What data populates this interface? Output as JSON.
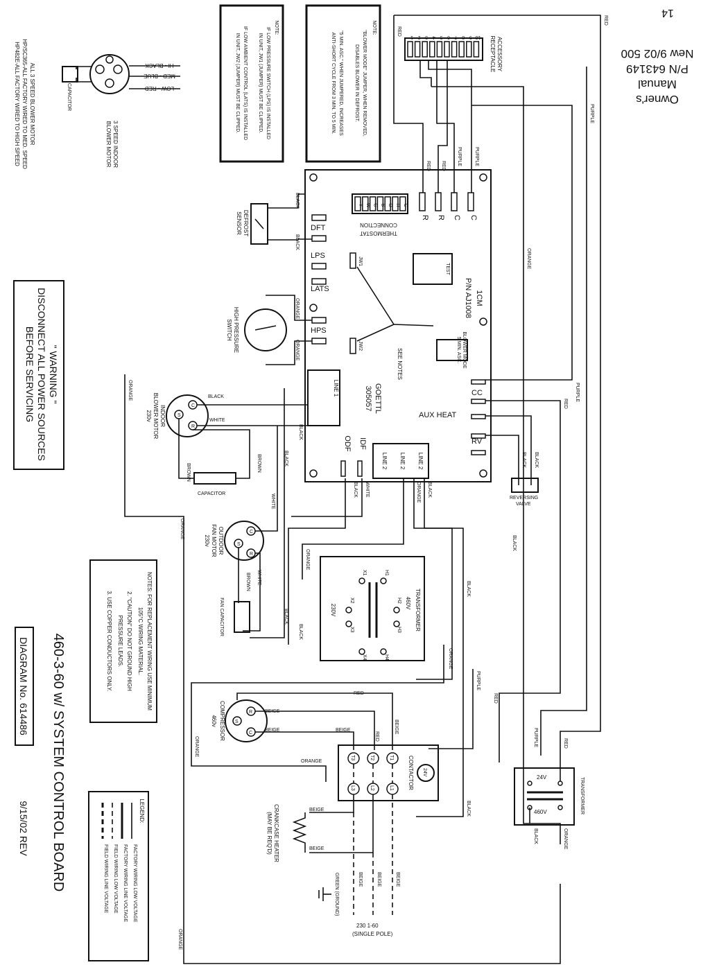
{
  "header": {
    "page": "14",
    "manual_line1": "Owner's",
    "manual_line2": "Manual",
    "part_number": "P/N 643149",
    "date_line": "New 9/02 500"
  },
  "warning": {
    "line1": "\" WARNING \"",
    "line2": "DISCONNECT ALL POWER SOURCES",
    "line3": "BEFORE SERVICING"
  },
  "blower_motor": {
    "title_line1": "3 SPEED INDOOR",
    "title_line2": "BLOWER MOTOR",
    "hi": "HI - BLACK",
    "med": "MED - BLUE",
    "low": "LOW - RED",
    "capacitor": "CAPACITOR",
    "note_line1": "ALL 3 SPEED BLOWER MOTOR",
    "note_line2": "HP/SC365-ALL FACTORY WIRED TO MED. SPEED",
    "note_line3": "HP482E-ALL FACTORY WIRED TO HIGH SPEED"
  },
  "note_lps": {
    "title": "NOTE:",
    "line1": "IF LOW PRESSURE SWITCH (LPS) IS INSTALLED",
    "line2": "IN UNIT, JW1 (JUMPER) MUST BE CLIPPED.",
    "line3": "IF LOW AMBIENT CONTROL (LATS) IS INSTALLED",
    "line4": "IN UNIT, JW2 (JUMPER) MUST BE CLIPPED."
  },
  "note_blower": {
    "title": "NOTE:",
    "line1": "\"BLOWER MODE\" JUMPER, WHEN REMOVED,",
    "line2": "DISABLES BLOWER IN DEFROST.",
    "line3": "\"5 MIN. ASC.\" WHEN JUMPERED, INCREASES",
    "line4": "ANTI-SHORT CYCLE FROM 3 MIN. TO 5 MIN."
  },
  "accessory": {
    "line1": "ACCESSORY",
    "line2": "RECEPTACLE",
    "pins": [
      "1",
      "2",
      "3",
      "4",
      "5",
      "6",
      "7",
      "8",
      "9",
      "10"
    ]
  },
  "board": {
    "model_line1": "1CM",
    "model_line2": "P/N AJ1008",
    "test": "TEST",
    "thermostat_line1": "THERMOSTAT",
    "thermostat_line2": "CONNECTION",
    "thermostat_pins": [
      "Y",
      "W",
      "G",
      "B",
      "O",
      "R",
      "C"
    ],
    "r1": "R",
    "r2": "R",
    "c1": "C",
    "c2": "C",
    "dft": "DFT",
    "lps": "LPS",
    "lats": "LATS",
    "hps": "HPS",
    "jw1": "JW1",
    "jw2": "JW2",
    "see_notes": "SEE NOTES",
    "blower_mode": "BLOWER MODE",
    "five_min": "5 MIN. ASC.",
    "goettl_line1": "GOETTL",
    "goettl_line2": "305057",
    "line1_tag": "LINE 1",
    "cc": "CC",
    "aux_heat": "AUX HEAT",
    "rv": "RV",
    "odf": "ODF",
    "idf": "IDF",
    "line2a": "LINE 2",
    "line2b": "LINE 2",
    "line2c": "LINE 2"
  },
  "components": {
    "defrost_line1": "DEFROST",
    "defrost_line2": "SENSOR",
    "hps_line1": "HIGH PRESSURE",
    "hps_line2": "SWITCH",
    "indoor_line1": "INDOOR",
    "indoor_line2": "BLOWER MOTOR",
    "indoor_line3": "230v",
    "run_cap": "CAPACITOR",
    "reversing_line1": "REVERSING",
    "reversing_line2": "VALVE",
    "outdoor_line1": "OUTDOOR",
    "outdoor_line2": "FAN MOTOR",
    "outdoor_line3": "230v",
    "fan_cap": "FAN CAPACITOR",
    "transformer": "TRANSFORMER",
    "t_460": "460V",
    "t_230": "230V",
    "compressor_line1": "COMPRESSOR",
    "compressor_line2": "460v",
    "contactor": "CONTACTOR",
    "coil": "24V",
    "crankcase_line1": "CRANKCASE HEATER",
    "crankcase_line2": "(MAY BE REQ'D)",
    "transformer2": "TRANSFORMER",
    "t2_24": "24V",
    "t2_460": "460V",
    "ground": "GREEN (GROUND)",
    "supply_line1": "230 1-60",
    "supply_line2": "(SINGLE POLE)"
  },
  "terminals": {
    "c": "C",
    "s": "S",
    "r": "R",
    "h1": "H1",
    "h2": "H2",
    "h3": "H3",
    "h4": "H4",
    "x1": "X1",
    "x2": "X2",
    "x3": "X3",
    "x4": "X4",
    "t1": "T1",
    "t2": "T2",
    "t3": "T3",
    "l1": "L1",
    "l2": "L2",
    "l3": "L3"
  },
  "wire_colors": {
    "red": "RED",
    "purple": "PURPLE",
    "orange": "ORANGE",
    "black": "BLACK",
    "white": "WHITE",
    "brown": "BROWN",
    "beige": "BEIGE"
  },
  "notes_replacement": {
    "line1": "NOTES: FOR REPLACEMENT WIRING USE MINIMUM",
    "line2": "105°C WIRING MATERIAL.",
    "line3": "2. \"CAUTION\" DO NOT GROUND HIGH",
    "line4": "PRESSURE LEADS.",
    "line5": "3. USE COPPER CONDUCTORS ONLY."
  },
  "title": {
    "main": "460-3-60   w/ SYSTEM CONTROL BOARD",
    "diagram_number": "DIAGRAM No. 614486",
    "rev": "9/15/02 REV"
  },
  "legend": {
    "title": "LEGEND:",
    "item1": "FACTORY WIRING LOW VOLTAGE",
    "item2": "FACTORY WIRING LINE VOLTAGE",
    "item3": "FIELD WIRING LOW VOLTAGE",
    "item4": "FIELD WIRING LINE VOLTAGE"
  }
}
